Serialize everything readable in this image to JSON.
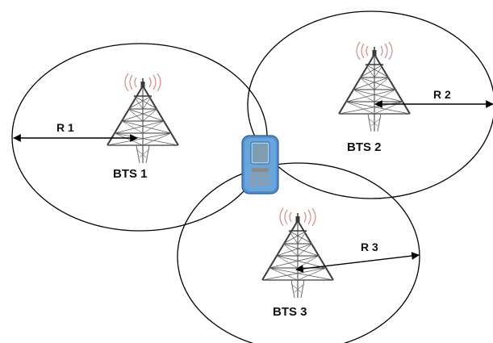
{
  "colors": {
    "background": "#ffffff",
    "circle_stroke": "#000000",
    "tower": "#3a3a3a",
    "radio_waves": "#d88a8a",
    "phone_body": "#4f8fcf",
    "phone_screen": "#9fd3f5",
    "phone_keypad": "#8c8c8c"
  },
  "icons": {
    "tower": "radio-tower-icon",
    "phone": "mobile-phone-icon"
  },
  "cells": [
    {
      "station_label": "BTS 1",
      "radius_label": "R 1"
    },
    {
      "station_label": "BTS 2",
      "radius_label": "R 2"
    },
    {
      "station_label": "BTS 3",
      "radius_label": "R 3"
    }
  ]
}
